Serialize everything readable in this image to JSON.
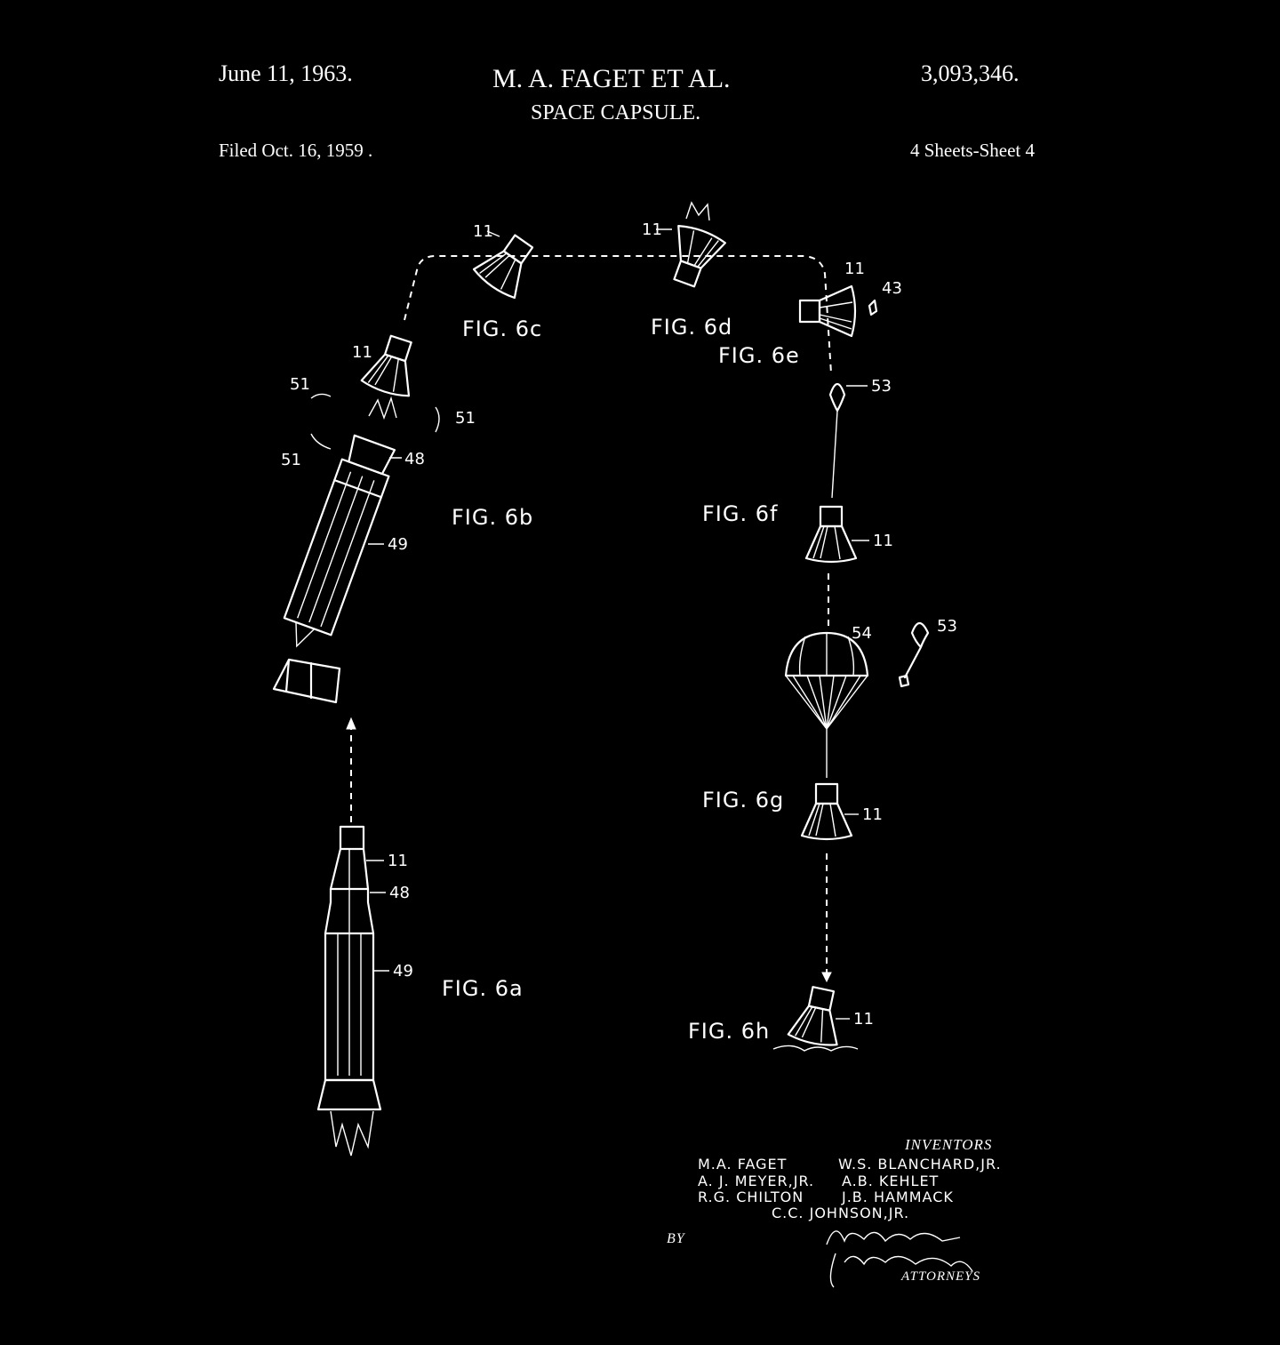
{
  "header": {
    "date": "June 11, 1963.",
    "inventor_title": "M. A. FAGET ET AL.",
    "patent_number": "3,093,346.",
    "invention": "SPACE CAPSULE.",
    "filed": "Filed Oct. 16, 1959 .",
    "sheets": "4 Sheets-Sheet 4"
  },
  "figures": {
    "fig_6a": "FIG. 6a",
    "fig_6b": "FIG. 6b",
    "fig_6c": "FIG. 6c",
    "fig_6d": "FIG. 6d",
    "fig_6e": "FIG. 6e",
    "fig_6f": "FIG. 6f",
    "fig_6g": "FIG. 6g",
    "fig_6h": "FIG. 6h"
  },
  "refs": {
    "capsule": "11",
    "adapter": "48",
    "booster": "49",
    "fragment": "51",
    "retro_pack": "43",
    "drogue_chute": "53",
    "main_chute": "54"
  },
  "footer": {
    "inventors_label": "INVENTORS",
    "names": [
      "M.A. FAGET",
      "W.S. BLANCHARD,JR.",
      "A. J. MEYER,JR.",
      "A.B. KEHLET",
      "R.G. CHILTON",
      "J.B. HAMMACK",
      "C.C. JOHNSON,JR."
    ],
    "by_label": "BY",
    "attorneys_label": "ATTORNEYS"
  }
}
